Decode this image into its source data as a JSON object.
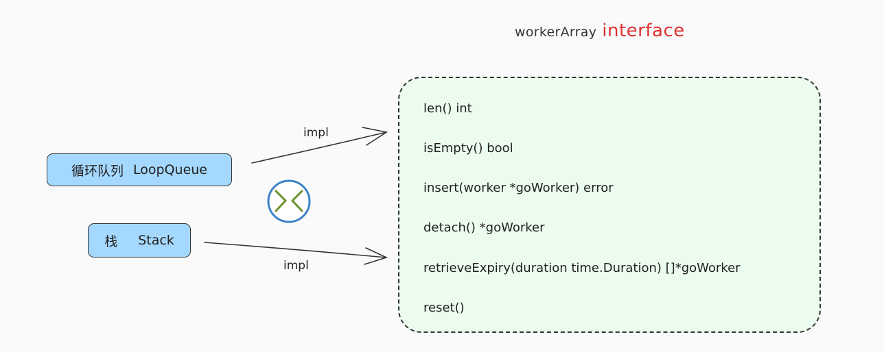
{
  "title": {
    "name": "workerArray",
    "keyword": "interface"
  },
  "interface_methods": [
    "len() int",
    "isEmpty() bool",
    "insert(worker *goWorker) error",
    "detach() *goWorker",
    "retrieveExpiry(duration time.Duration) []*goWorker",
    "reset()"
  ],
  "implementations": {
    "loop_queue": {
      "zh": "循环队列",
      "en": "LoopQueue"
    },
    "stack": {
      "zh": "栈",
      "en": "Stack"
    }
  },
  "edge_labels": {
    "top": "impl",
    "bottom": "impl"
  },
  "colors": {
    "interface_fill": "#ebfbee",
    "impl_fill": "#a5d8ff",
    "keyword": "#e03131",
    "logo_ring": "#3b82c4",
    "logo_mark": "#6a8f2e"
  },
  "icons": [
    "cross-logo-icon"
  ]
}
